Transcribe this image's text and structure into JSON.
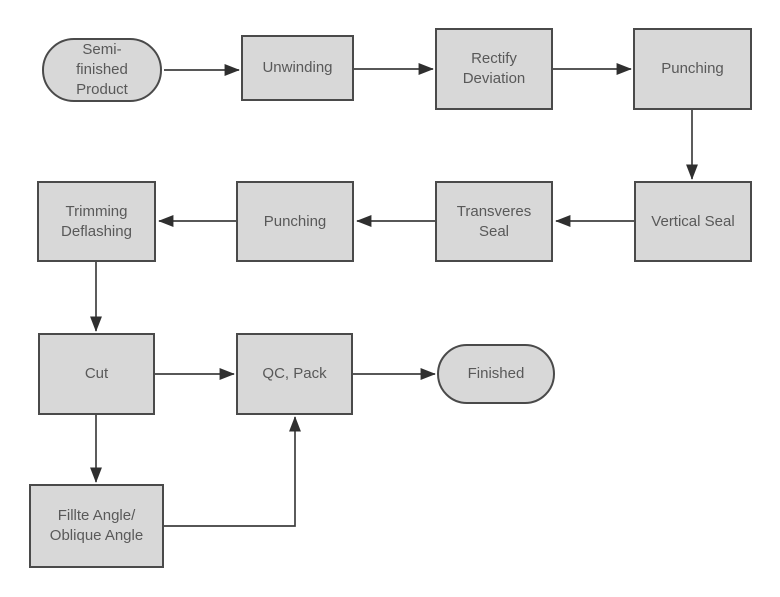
{
  "diagram_type": "flowchart",
  "colors": {
    "background": "#ffffff",
    "node_fill": "#d8d8d8",
    "node_border": "#4a4a4a",
    "node_text": "#595959",
    "connector": "#3f3f3f"
  },
  "nodes": {
    "semi_finished_product": {
      "label": "Semi-\nfinished\nProduct",
      "shape": "stadium"
    },
    "unwinding": {
      "label": "Unwinding",
      "shape": "rect"
    },
    "rectify_deviation": {
      "label": "Rectify\nDeviation",
      "shape": "rect"
    },
    "punching_1": {
      "label": "Punching",
      "shape": "rect"
    },
    "vertical_seal": {
      "label": "Vertical Seal",
      "shape": "rect"
    },
    "transveres_seal": {
      "label": "Transveres\nSeal",
      "shape": "rect"
    },
    "punching_2": {
      "label": "Punching",
      "shape": "rect"
    },
    "trimming_deflashing": {
      "label": "Trimming\nDeflashing",
      "shape": "rect"
    },
    "cut": {
      "label": "Cut",
      "shape": "rect"
    },
    "qc_pack": {
      "label": "QC, Pack",
      "shape": "rect"
    },
    "finished": {
      "label": "Finished",
      "shape": "stadium"
    },
    "fillte_oblique_angle": {
      "label": "Fillte Angle/\nOblique Angle",
      "shape": "rect"
    }
  },
  "edges": [
    {
      "from": "semi_finished_product",
      "to": "unwinding"
    },
    {
      "from": "unwinding",
      "to": "rectify_deviation"
    },
    {
      "from": "rectify_deviation",
      "to": "punching_1"
    },
    {
      "from": "punching_1",
      "to": "vertical_seal"
    },
    {
      "from": "vertical_seal",
      "to": "transveres_seal"
    },
    {
      "from": "transveres_seal",
      "to": "punching_2"
    },
    {
      "from": "punching_2",
      "to": "trimming_deflashing"
    },
    {
      "from": "trimming_deflashing",
      "to": "cut"
    },
    {
      "from": "cut",
      "to": "qc_pack"
    },
    {
      "from": "qc_pack",
      "to": "finished"
    },
    {
      "from": "cut",
      "to": "fillte_oblique_angle"
    },
    {
      "from": "fillte_oblique_angle",
      "to": "qc_pack"
    }
  ]
}
